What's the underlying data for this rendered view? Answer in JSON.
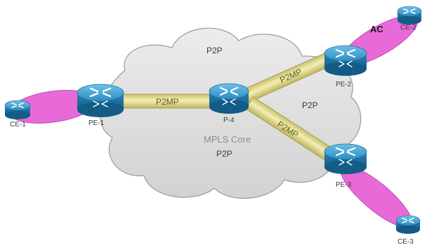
{
  "diagram": {
    "cloud_labels": {
      "p2p_top": "P2P",
      "p2p_right": "P2P",
      "core_title": "MPLS Core",
      "core_p2p": "P2P"
    },
    "links": {
      "pe1_p4": "P2MP",
      "p4_pe2": "P2MP",
      "p4_pe3": "P2MP",
      "attachment": "AC"
    },
    "routers": {
      "ce1": "CE-1",
      "pe1": "PE-1",
      "p4": "P-4",
      "pe2": "PE-2",
      "ce2": "CE-2",
      "pe3": "PE-3",
      "ce3": "CE-3"
    },
    "colors": {
      "cloud_fill": "#dcdcdc",
      "cloud_stroke": "#9a9a9a",
      "router_top": "#3fa0d0",
      "router_side": "#1d6f9c",
      "p2mp_pipe": "#e4dc96",
      "attachment_circuit": "#e86ad8"
    }
  }
}
